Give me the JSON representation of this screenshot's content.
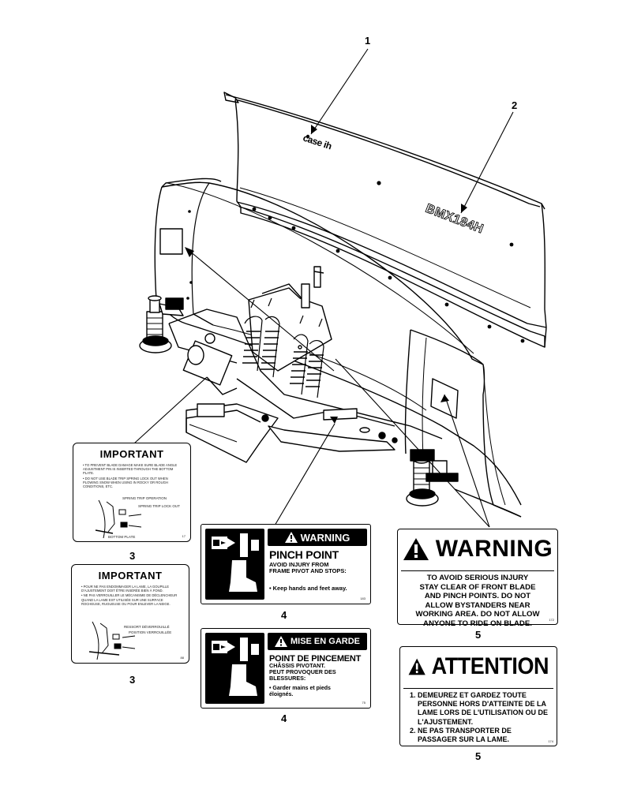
{
  "callouts": [
    "1",
    "2",
    "3",
    "3",
    "4",
    "4",
    "5",
    "5"
  ],
  "blade": {
    "brand_text": "case ih",
    "model_text": "BMX184H"
  },
  "decal_important_en": {
    "title": "IMPORTANT",
    "lines": [
      "• TO PREVENT BLADE DAMAGE MAKE SURE BLADE ANGLE ADJUSTMENT PIN IS INSERTED THROUGH THE BOTTOM PLATE.",
      "• DO NOT USE BLADE TRIP SPRING LOCK OUT WHEN PLOWING SNOW WHEN USING IN ROCKY OR ROUGH CONDITIONS, ETC."
    ],
    "label_a": "SPRING TRIP OPERATION",
    "label_b": "SPRING TRIP LOCK OUT",
    "label_c": "BOTTOM PLATE",
    "part_code": "17"
  },
  "decal_important_fr": {
    "title": "IMPORTANT",
    "lines": [
      "• POUR NE PAS ENDOMMAGER LA LAME, LA GOUPILLE D'AJUSTEMENT DOIT ÊTRE INSÉRÉE BIEN À FOND.",
      "• NE PAS VERROUILLER LE MÉCANISME DE DÉCLENCHEUR QUAND LA LAME EST UTILISÉE SUR UNE SURFACE ROCHEUSE, RUGUEUSE OU POUR ENLEVER LA NEIGE."
    ],
    "label_a": "RESSORT DÉVERROUILLÉ",
    "label_b": "POSITION VERROUILLÉE",
    "part_code": "88"
  },
  "decal_warning_en": {
    "header": "WARNING",
    "big": "PINCH POINT",
    "sub_lines": [
      "AVOID INJURY FROM",
      "FRAME PIVOT AND STOPS:"
    ],
    "note": "• Keep hands and feet away.",
    "part_code": "183"
  },
  "decal_warning_fr": {
    "header": "MISE EN GARDE",
    "big": "POINT DE PINCEMENT",
    "sub_lines": [
      "CHÂSSIS PIVOTANT.",
      "PEUT PROVOQUER DES",
      "BLESSURES:"
    ],
    "note_lines": [
      "• Garder mains et pieds",
      "éloignés."
    ],
    "part_code": "75"
  },
  "decal_warning5_en": {
    "title": "WARNING",
    "lines": [
      "TO AVOID SERIOUS INJURY",
      "STAY CLEAR OF FRONT BLADE",
      "AND PINCH POINTS. DO NOT",
      "ALLOW BYSTANDERS NEAR",
      "WORKING AREA. DO NOT ALLOW",
      "ANYONE TO RIDE ON BLADE."
    ],
    "part_code": "172"
  },
  "decal_attention_fr": {
    "title": "ATTENTION",
    "lines": [
      "1. DEMEUREZ ET GARDEZ TOUTE",
      "PERSONNE HORS D'ATTEINTE DE LA",
      "LAME LORS DE L'UTILISATION OU DE",
      "L'AJUSTEMENT.",
      "2. NE PAS TRANSPORTER DE",
      "PASSAGER SUR LA LAME."
    ],
    "part_code": "174"
  },
  "colors": {
    "ink": "#000000",
    "paper": "#ffffff"
  }
}
